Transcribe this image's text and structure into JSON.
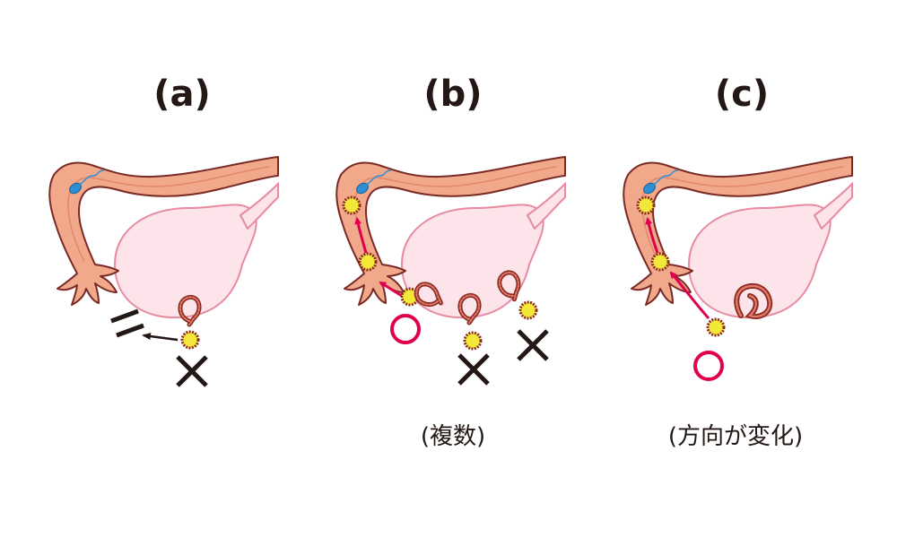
{
  "panels": [
    {
      "label": "(a)",
      "caption": "",
      "result": "cross"
    },
    {
      "label": "(b)",
      "caption": "(複数)",
      "result": "circle"
    },
    {
      "label": "(c)",
      "caption": "(方向が変化)",
      "result": "circle"
    }
  ],
  "colors": {
    "tube_fill": "#f2a98b",
    "tube_stroke": "#7a2a25",
    "ovary_fill": "#fce4ea",
    "ovary_stroke": "#e98aa0",
    "egg_fill": "#f3e83a",
    "egg_stroke": "#8a2a1f",
    "accent_arrow": "#e0004d",
    "mark_black": "#231815",
    "sperm": "#2e8fd6"
  },
  "icons": [
    "sperm-icon",
    "egg-icon",
    "cross-mark-icon",
    "circle-mark-icon",
    "blocked-mark-icon",
    "follicle-icon"
  ]
}
